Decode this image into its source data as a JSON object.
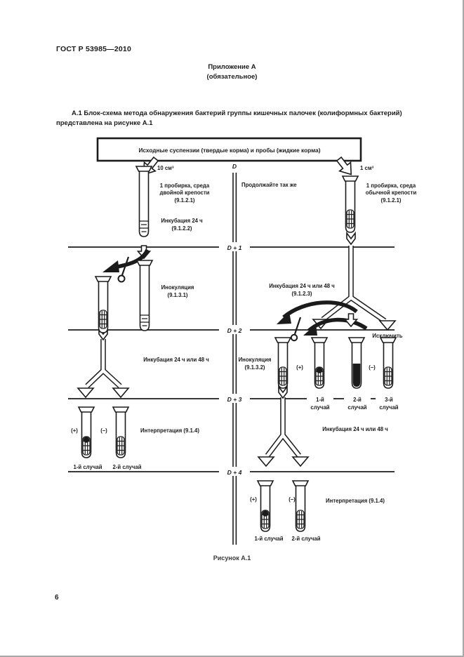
{
  "header": {
    "doc_number": "ГОСТ Р 53985—2010",
    "appendix_title": "Приложение А",
    "appendix_note": "(обязательное)"
  },
  "intro": {
    "line1": "А.1  Блок-схема метода обнаружения бактерий группы кишечных палочек (колиформных бактерий)",
    "line2": "представлена на рисунке А.1"
  },
  "footer": {
    "figure_caption": "Рисунок А.1",
    "page_number": "6"
  },
  "diagram": {
    "banner": "Исходные суспензии (твердые корма) и пробы (жидкие корма)",
    "continue_note": "Продолжайте так же",
    "day_labels": {
      "d0": "D",
      "d1": "D + 1",
      "d2": "D + 2",
      "d3": "D + 3",
      "d4": "D + 4"
    },
    "left_branch": {
      "volume": "10 см³",
      "tube1_line1": "1 пробирка, среда",
      "tube1_line2": "двойной крепости",
      "tube1_line3": "(9.1.2.1)",
      "incubation1_line1": "Инкубация 24 ч",
      "incubation1_line2": "(9.1.2.2)",
      "inoculation_line1": "Инокуляция",
      "inoculation_line2": "(9.1.3.1)",
      "incubation2": "Инкубация 24 ч или 48 ч",
      "result_plus": "(+)",
      "result_minus": "(–)",
      "interpretation": "Интерпретация (9.1.4)",
      "case1": "1-й случай",
      "case2": "2-й случай"
    },
    "right_branch": {
      "volume": "1 см³",
      "tube1_line1": "1 пробирка, среда",
      "tube1_line2": "обычной крепости",
      "tube1_line3": "(9.1.2.1)",
      "incubation1_line1": "Инкубация 24 ч или 48 ч",
      "incubation1_line2": "(9.1.2.3)",
      "exclude": "Исключить",
      "inoculation_line1": "Инокуляция",
      "inoculation_line2": "(9.1.3.2)",
      "plus": "(+)",
      "minus": "(–)",
      "case1_line1": "1-й",
      "case1_line2": "случай",
      "case2_line1": "2-й",
      "case2_line2": "случай",
      "case3_line1": "3-й",
      "case3_line2": "случай",
      "incubation2": "Инкубация 24 ч или 48 ч",
      "bottom_plus": "(+)",
      "bottom_minus": "(–)",
      "interpretation": "Интерпретация (9.1.4)",
      "bottom_case1": "1-й случай",
      "bottom_case2": "2-й случай"
    },
    "colors": {
      "ink": "#1b1b1b",
      "paper": "#ffffff"
    }
  }
}
